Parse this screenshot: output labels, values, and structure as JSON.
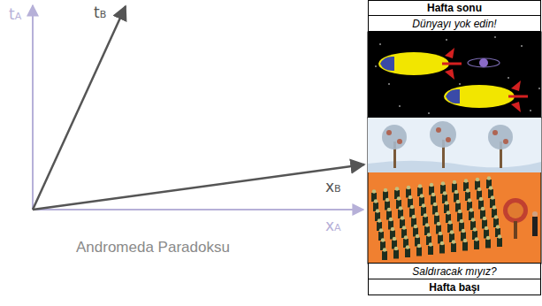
{
  "diagram": {
    "caption": "Andromeda Paradoksu",
    "nodes": [
      {
        "text": [
          "Hafta sonu"
        ]
      },
      {
        "text": [
          "Dünyayı yok edin!"
        ]
      },
      {
        "text": [
          "Saldıracak mıyız?"
        ]
      },
      {
        "text": [
          "Hafta başı"
        ]
      }
    ],
    "edges": [],
    "labels": [
      "tA",
      "tB",
      "xB",
      "xA"
    ]
  }
}
